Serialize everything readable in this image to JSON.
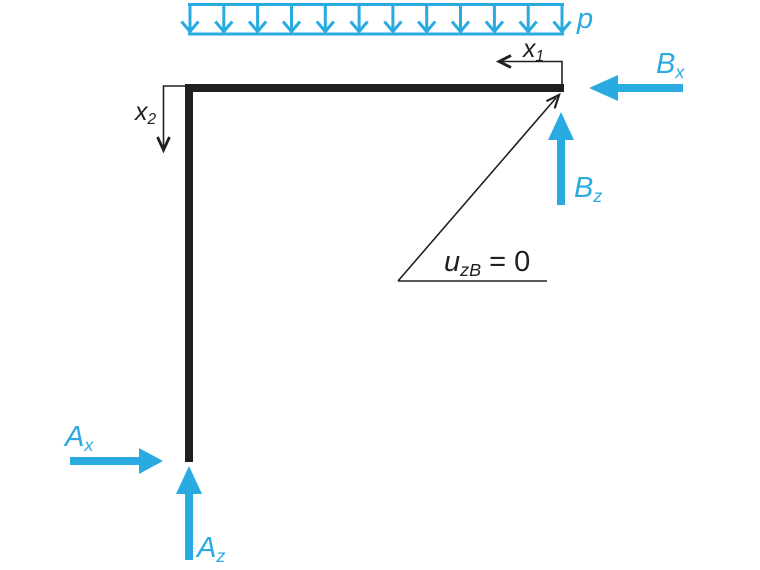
{
  "diagram": {
    "type": "free-body-diagram",
    "colors": {
      "accent": "#29ABE2",
      "ink": "#231F20"
    },
    "distributed_load": {
      "label": "p",
      "arrow_count": 12
    },
    "labels": {
      "p": {
        "base": "p",
        "sub": ""
      },
      "x1": {
        "base": "x",
        "sub": "1"
      },
      "x2": {
        "base": "x",
        "sub": "2"
      },
      "Bx": {
        "base": "B",
        "sub": "x"
      },
      "Bz": {
        "base": "B",
        "sub": "z"
      },
      "Ax": {
        "base": "A",
        "sub": "x"
      },
      "Az": {
        "base": "A",
        "sub": "z"
      },
      "uzB": {
        "base": "u",
        "sub": "zB",
        "suffix": " = 0"
      }
    }
  }
}
